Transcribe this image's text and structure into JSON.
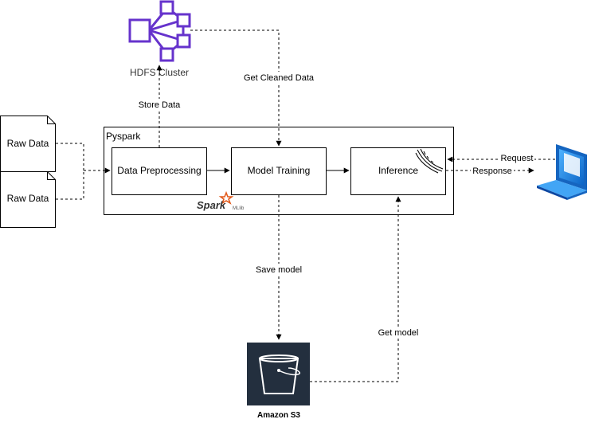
{
  "diagram": {
    "hdfs_label": "HDFS Cluster",
    "container_label": "Pyspark",
    "raw_data_1": "Raw Data",
    "raw_data_2": "Raw Data",
    "preprocessing": "Data Preprocessing",
    "training": "Model Training",
    "inference": "Inference",
    "spark_logo_text": "Spark",
    "spark_mllib_text": "MLlib",
    "s3_label": "Amazon S3",
    "edges": {
      "store_data": "Store Data",
      "get_cleaned_data": "Get Cleaned Data",
      "save_model": "Save model",
      "get_model": "Get model",
      "request": "Request",
      "response": "Response"
    }
  },
  "colors": {
    "hdfs": "#6633cc",
    "s3_bg": "#232f3e",
    "spark_orange": "#e25a1c",
    "laptop": "#1e88e5"
  }
}
